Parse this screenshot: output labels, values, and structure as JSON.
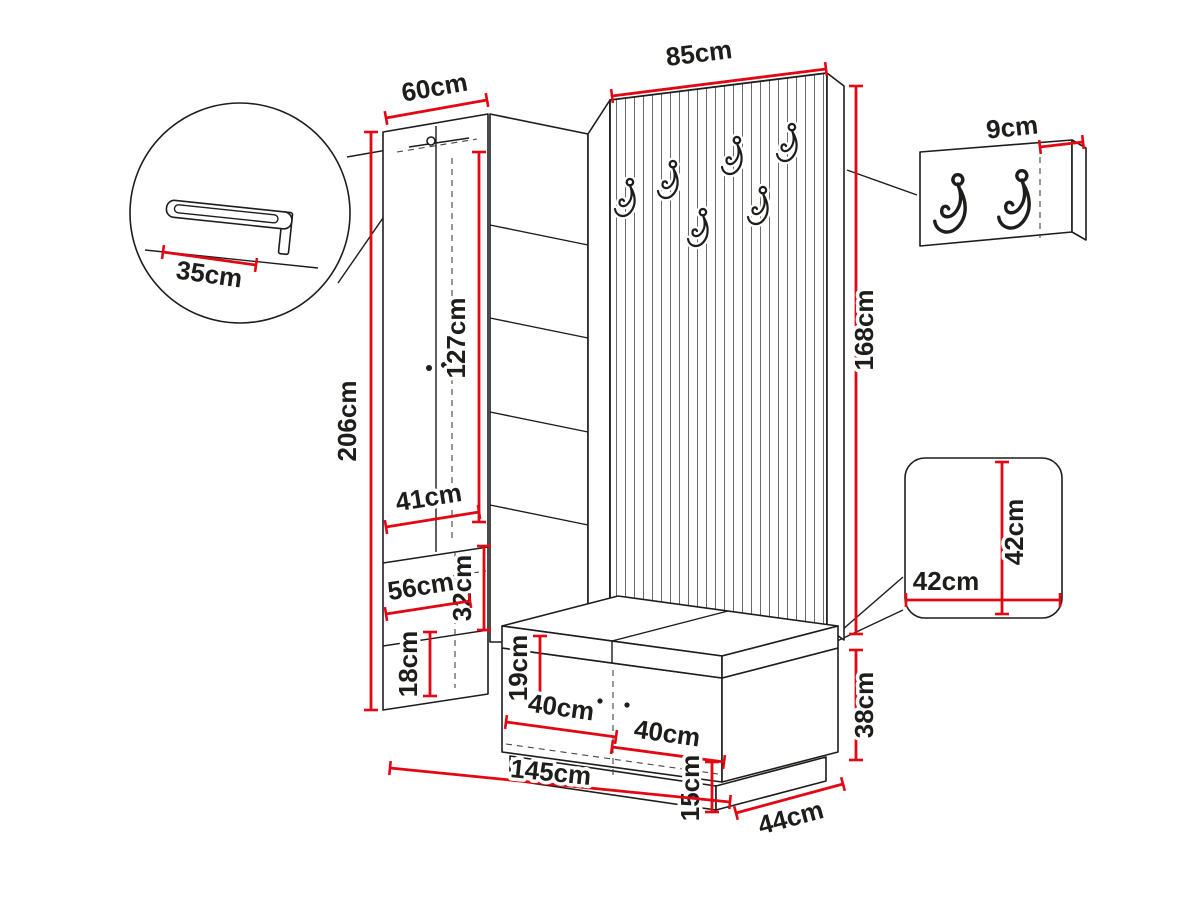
{
  "diagram": {
    "kind": "furniture-dimension-diagram",
    "subject": "hallway wardrobe set with hook panel and bench",
    "unit": "cm",
    "colors": {
      "dimension_line": "#e30613",
      "outline": "#1d1d1b",
      "background": "#ffffff"
    }
  },
  "wardrobe": {
    "width": "60cm",
    "height": "206cm",
    "hanging_height": "127cm",
    "interior_width": "41cm",
    "lower_interior_width": "56cm",
    "drawer_height": "32cm",
    "bottom_compartment_height": "18cm"
  },
  "hook_panel": {
    "width": "85cm",
    "height": "168cm",
    "hook_count": 6
  },
  "bench": {
    "height": "38cm",
    "front_height": "19cm",
    "door_left_width": "40cm",
    "door_right_width": "40cm",
    "plinth_height": "15cm",
    "depth": "44cm"
  },
  "overall": {
    "total_width": "145cm"
  },
  "details": {
    "rail_length": "35cm",
    "wall_panel_depth": "9cm",
    "wall_panel_hook_count": 2,
    "cushion_width": "42cm",
    "cushion_depth": "42cm"
  }
}
